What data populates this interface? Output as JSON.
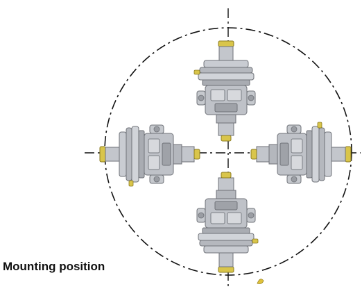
{
  "caption": "Mounting position",
  "colors": {
    "body": "#b9bcc2",
    "body_dark": "#8d9096",
    "body_light": "#dadce0",
    "fitting": "#d9c54a",
    "fitting_dark": "#a8942a",
    "centerline": "#111111"
  },
  "icons": [
    "regulator-top",
    "regulator-left",
    "regulator-right",
    "regulator-bottom",
    "mounting-circle",
    "centerline-cross"
  ]
}
